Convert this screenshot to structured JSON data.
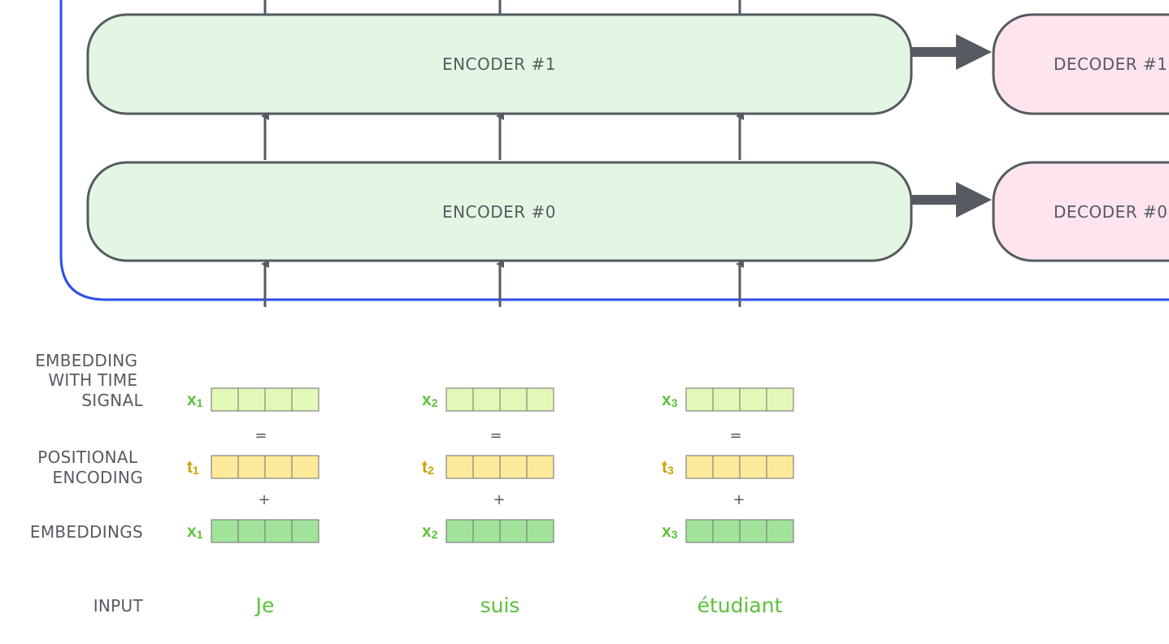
{
  "encoders": [
    {
      "label": "ENCODER #1"
    },
    {
      "label": "ENCODER #0"
    }
  ],
  "decoders": [
    {
      "label": "DECODER #1"
    },
    {
      "label": "DECODER #0"
    }
  ],
  "row_labels": {
    "embedding_with_time_signal": [
      "EMBEDDING",
      "WITH TIME",
      "SIGNAL"
    ],
    "positional_encoding": [
      "POSITIONAL",
      "ENCODING"
    ],
    "embeddings": "EMBEDDINGS",
    "input": "INPUT"
  },
  "operators": {
    "equals": "=",
    "plus": "+"
  },
  "tokens": [
    {
      "word": "Je",
      "embed_symbol": "x",
      "pos_symbol": "t",
      "subscript": "1"
    },
    {
      "word": "suis",
      "embed_symbol": "x",
      "pos_symbol": "t",
      "subscript": "2"
    },
    {
      "word": "étudiant",
      "embed_symbol": "x",
      "pos_symbol": "t",
      "subscript": "3"
    }
  ],
  "vector_cells": 4,
  "colors": {
    "encoder_fill": "#e3f6e3",
    "decoder_fill": "#fde4ef",
    "box_stroke": "#555b61",
    "stack_border": "#2b4de8",
    "arrow": "#555b61",
    "embed_symbol": "#5cc23a",
    "pos_symbol": "#c9a400",
    "signal_cell": "#e3f8b8",
    "pos_cell": "#fdea9a",
    "embed_cell": "#a2e39c",
    "cell_stroke": "#6f6f6f"
  }
}
